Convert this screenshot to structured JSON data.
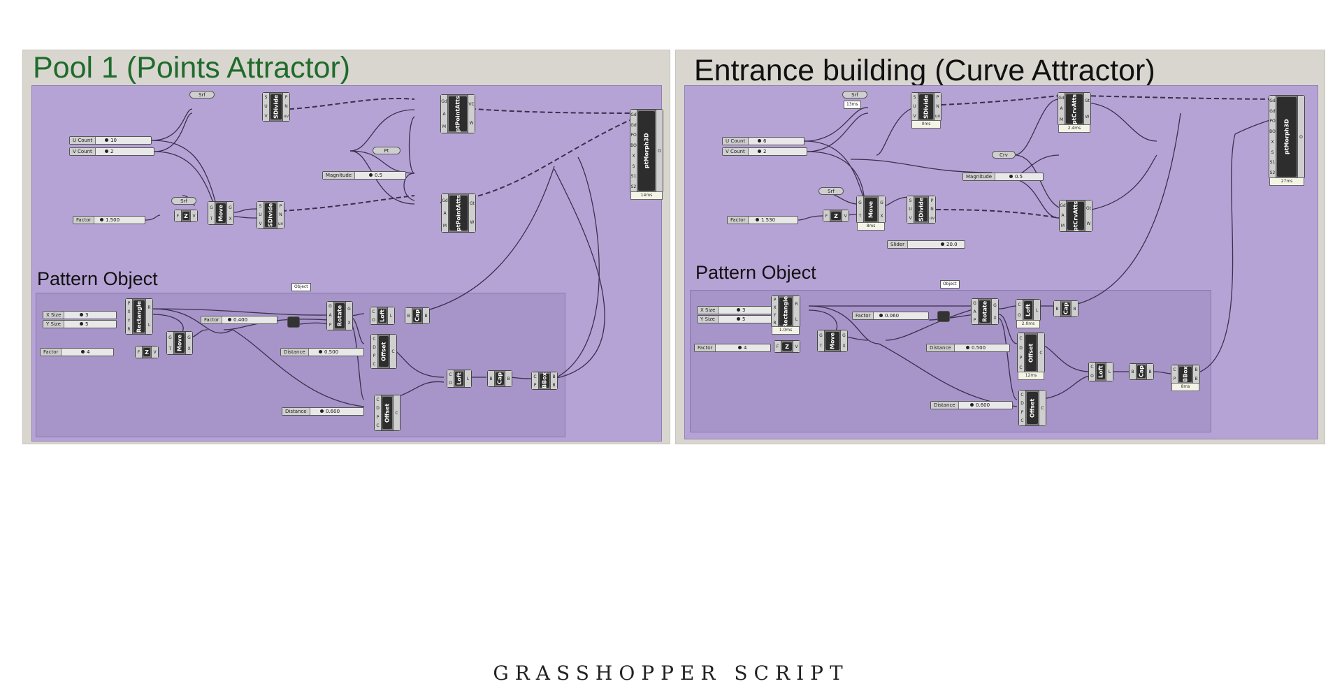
{
  "left": {
    "title": "Pool 1 (Points Attractor)",
    "title_color": "#1f6b2c",
    "group_name": "Pattern Object",
    "params": {
      "srf1": "Srf",
      "srf2": "Srf",
      "pt": "Pt"
    },
    "sliders": {
      "ucount": {
        "label": "U Count",
        "value": "10"
      },
      "vcount": {
        "label": "V Count",
        "value": "2"
      },
      "factor": {
        "label": "Factor",
        "value": "1.500"
      },
      "magnitude": {
        "label": "Magnitude",
        "value": "0.5"
      },
      "xsize": {
        "label": "X Size",
        "value": "3"
      },
      "ysize": {
        "label": "Y Size",
        "value": "5"
      },
      "factor2": {
        "label": "Factor",
        "value": "4"
      },
      "factor3": {
        "label": "Factor",
        "value": "0.400"
      },
      "distance1": {
        "label": "Distance",
        "value": "0.500"
      },
      "distance2": {
        "label": "Distance",
        "value": "0.600"
      }
    },
    "components": {
      "sdivide1": "SDivide",
      "sdivide2": "SDivide",
      "ptpointatts1": "ptPointAtts",
      "ptpointatts2": "ptPointAtts",
      "ptmorph3d": "ptMorph3D",
      "z": "Z",
      "move": "Move",
      "rectangle": "Rectangle",
      "z2": "Z",
      "move2": "Move",
      "rotate": "Rotate",
      "loft1": "Loft",
      "cap1": "Cap",
      "offset1": "Offset",
      "offset2": "Offset",
      "loft2": "Loft",
      "cap2": "Cap",
      "bbox": "BBox"
    },
    "tags": {
      "object": "Object",
      "ptmorph_time": "14ms"
    }
  },
  "right": {
    "title": "Entrance building (Curve Attractor)",
    "title_color": "#111111",
    "group_name": "Pattern Object",
    "params": {
      "srf1": "Srf",
      "srf2": "Srf",
      "crv": "Crv"
    },
    "sliders": {
      "ucount": {
        "label": "U Count",
        "value": "6"
      },
      "vcount": {
        "label": "V Count",
        "value": "2"
      },
      "factor": {
        "label": "Factor",
        "value": "1.530"
      },
      "magnitude": {
        "label": "Magnitude",
        "value": "0.5"
      },
      "slider": {
        "label": "Slider",
        "value": "20.0"
      },
      "xsize": {
        "label": "X Size",
        "value": "3"
      },
      "ysize": {
        "label": "Y Size",
        "value": "5"
      },
      "factor2": {
        "label": "Factor",
        "value": "4"
      },
      "factor3": {
        "label": "Factor",
        "value": "0.060"
      },
      "distance1": {
        "label": "Distance",
        "value": "0.500"
      },
      "distance2": {
        "label": "Distance",
        "value": "0.600"
      }
    },
    "components": {
      "sdivide1": "SDivide",
      "sdivide2": "SDivide",
      "ptcrvatts1": "ptCrvAtts",
      "ptcrvatts2": "ptCrvAtts",
      "ptmorph3d": "ptMorph3D",
      "z": "Z",
      "move": "Move",
      "rectangle": "Rectangle",
      "z2": "Z",
      "move2": "Move",
      "rotate": "Rotate",
      "loft1": "Loft",
      "cap1": "Cap",
      "offset1": "Offset",
      "offset2": "Offset",
      "loft2": "Loft",
      "cap2": "Cap",
      "bbox": "BBox"
    },
    "tags": {
      "object": "Object",
      "srf_time": "13ms",
      "sdivide_time": "0ms",
      "crvatts_time": "2.4ms",
      "move_time": "8ms",
      "ptmorph_time": "27ms",
      "rect_time": "1.0ms",
      "loft_time": "2.0ms",
      "offset_time": "12ms",
      "bbox_time": "8ms"
    }
  },
  "caption": "GRASSHOPPER SCRIPT"
}
